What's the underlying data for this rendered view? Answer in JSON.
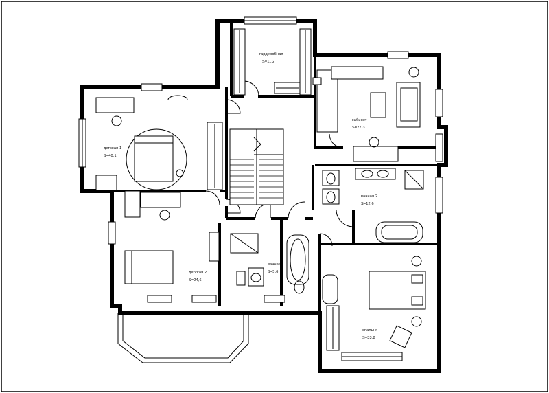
{
  "rooms": [
    {
      "name": "гардеробная",
      "area": "S=11,2"
    },
    {
      "name": "кабинет",
      "area": "S=27,3"
    },
    {
      "name": "детская 1",
      "area": "S=40,1"
    },
    {
      "name": "ванная 2",
      "area": "S=12,6"
    },
    {
      "name": "детская 2",
      "area": "S=24,6"
    },
    {
      "name": "ванная 1",
      "area": "S=5,6"
    },
    {
      "name": "спальня",
      "area": "S=33,8"
    }
  ]
}
